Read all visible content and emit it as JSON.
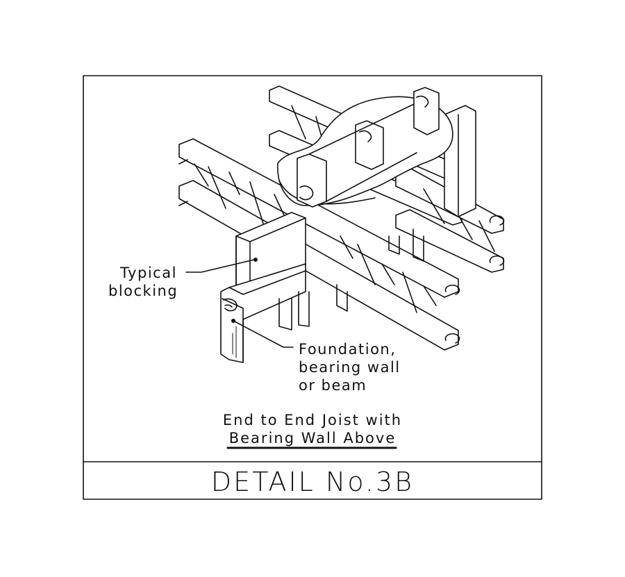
{
  "drawing": {
    "labels": {
      "blocking_line1": "Typical",
      "blocking_line2": "blocking",
      "foundation_line1": "Foundation,",
      "foundation_line2": "bearing wall",
      "foundation_line3": "or beam"
    },
    "caption": {
      "line1": "End to End Joist with",
      "line2": "Bearing Wall Above"
    },
    "title": "DETAIL No.3B",
    "stroke_color": "#111111"
  }
}
